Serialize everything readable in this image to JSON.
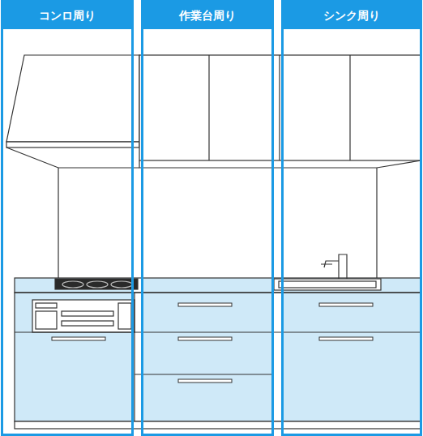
{
  "diagram": {
    "nodes": [
      {
        "text": [
          "コンロ周り"
        ]
      },
      {
        "text": [
          "作業台周り"
        ]
      },
      {
        "text": [
          "シンク周り"
        ]
      }
    ]
  }
}
